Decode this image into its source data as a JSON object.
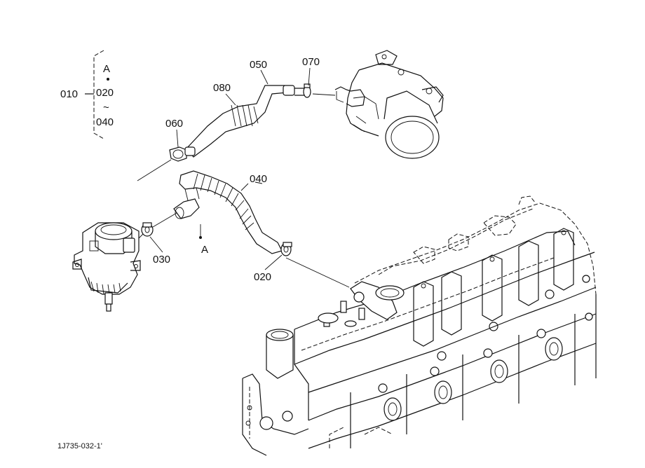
{
  "diagram": {
    "drawing_code": "1J735-032-1'",
    "group": {
      "id": "010",
      "marker": "A",
      "from": "020",
      "tilde": "~",
      "to": "040"
    },
    "callouts": [
      {
        "key": "050",
        "text": "050"
      },
      {
        "key": "070",
        "text": "070"
      },
      {
        "key": "080",
        "text": "080"
      },
      {
        "key": "060",
        "text": "060"
      },
      {
        "key": "040",
        "text": "040"
      },
      {
        "key": "030",
        "text": "030"
      },
      {
        "key": "A",
        "text": "A"
      },
      {
        "key": "020",
        "text": "020"
      }
    ]
  }
}
